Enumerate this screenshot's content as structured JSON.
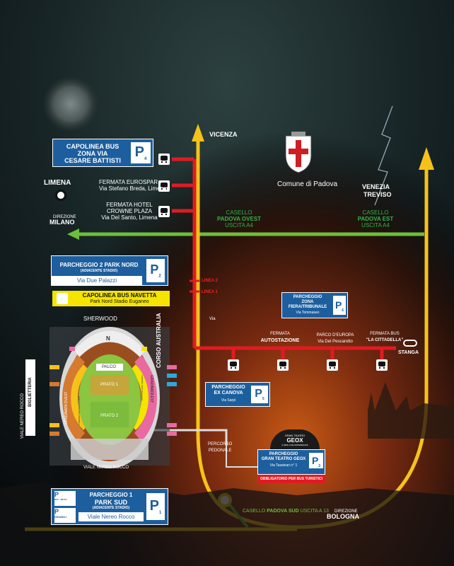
{
  "colors": {
    "road_yellow": "#f6c21a",
    "road_red": "#e01b22",
    "road_green": "#6cbf3a",
    "box_blue": "#1d5f9e",
    "sign_yellow": "#f4e400"
  },
  "roads": {
    "vicenza": "VICENZA",
    "venezia": "VENEZIA",
    "treviso": "TREVISO",
    "bologna_dir": "DIREZIONE",
    "bologna": "BOLOGNA"
  },
  "comune": {
    "name": "Comune di Padova",
    "emblem": "padova-coat-of-arms-icon"
  },
  "capolinea_top": {
    "line1": "CAPOLINEA BUS",
    "line2": "ZONA  VIA",
    "line3": "CESARE BATTISTI",
    "p": "P",
    "p_num": "4"
  },
  "limena": {
    "name": "LIMENA",
    "dir": "DIREZIONE",
    "milano": "MILANO"
  },
  "fermata_eurospar": {
    "line1": "FERMATA EUROSPAR",
    "line2": "Via Stefano Breda, Limena"
  },
  "fermata_hotel": {
    "line1": "FERMATA HOTEL",
    "line2": "CROWNE PLAZA",
    "line3": "Via Del Santo, Limena"
  },
  "casello_ovest": {
    "line1": "CASELLO",
    "line2": "PADOVA OVEST",
    "line3": "USCITA A4"
  },
  "casello_est": {
    "line1": "CASELLO",
    "line2": "PADOVA EST",
    "line3": "USCITA A4"
  },
  "park_nord": {
    "line1": "PARCHEGGIO 2 PARK NORD",
    "line2": "(ADIACENTE STADIO)",
    "street": "Via Due Palazzi",
    "p": "P",
    "p_num": "2"
  },
  "navetta": {
    "line1": "CAPOLINEA BUS NAVETTA",
    "line2": "Park Nord Stadio Euganeo"
  },
  "linee": {
    "linea2": "LINEA 2",
    "linea1": "LINEA 1"
  },
  "via": "Via",
  "corso_australia": "CORSO AUSTRALIA",
  "zona_fiera": {
    "line1": "PARCHEGGIO",
    "line2": "ZONA",
    "line3": "FIERA/TRIBUNALE",
    "street": "Via Tommaseo",
    "p": "P",
    "p_num": "6"
  },
  "fermate_row": {
    "autostazione_1": "FERMATA",
    "autostazione_2": "AUTOSTAZIONE",
    "europa_1": "PARCO D'EUROPA",
    "europa_2": "Via Del Pescarotto",
    "cittadella_1": "FERMATA BUS",
    "cittadella_2": "\"LA CITTADELLA\"",
    "stanga": "STANGA"
  },
  "stadium": {
    "sherwood": "SHERWOOD",
    "north": "N",
    "palco": "PALCO",
    "prato1": "PRATO 1",
    "prato2": "PRATO 2",
    "gradinata_ovest": "GRADINATA OVEST",
    "gradinata_est": "GRADINATA EST",
    "tribuna_ovest": "TRIBUNA CENTRALE OVEST",
    "tribuna_est": "TRIBUNA CENTRALE EST",
    "biglietteria": "BIGLIETTERIA",
    "viale_rocco_side": "VIALE NEREO ROCCO",
    "viale_rocco_bottom": "VIALE NEREO ROCCO"
  },
  "ex_canova": {
    "line1": "PARCHEGGIO",
    "line2": "EX CANOVA",
    "street": "Via Sarpi",
    "p": "P",
    "p_num": "5"
  },
  "percorso": {
    "line1": "PERCORSO",
    "line2": "PEDONALE"
  },
  "geox": {
    "logo1": "GRAN TEATRO",
    "logo2": "GEOX",
    "logo3": "A NEW LIVE EXPERIENCE",
    "line1": "PARCHEGGIO",
    "line2": "GRAN TEATRO GEOX",
    "street": "Via Tassinari n° 1",
    "p": "P",
    "p_num": "3",
    "warning": "OBBLIGATORIO PER BUS TURISTICI"
  },
  "park_sud": {
    "line1": "PARCHEGGIO 1",
    "line2": "PARK SUD",
    "line3": "(ADIACENTE STADIO)",
    "street": "Viale Nereo Rocco",
    "p": "P",
    "p_num": "1",
    "small_p1": "P",
    "bici": "BICI - MOTO",
    "small_p2": "P",
    "disabili": "DISABILI"
  },
  "casello_sud": {
    "a": "CASELLO",
    "b": "PADOVA SUD",
    "c": "USCITA A 13"
  }
}
